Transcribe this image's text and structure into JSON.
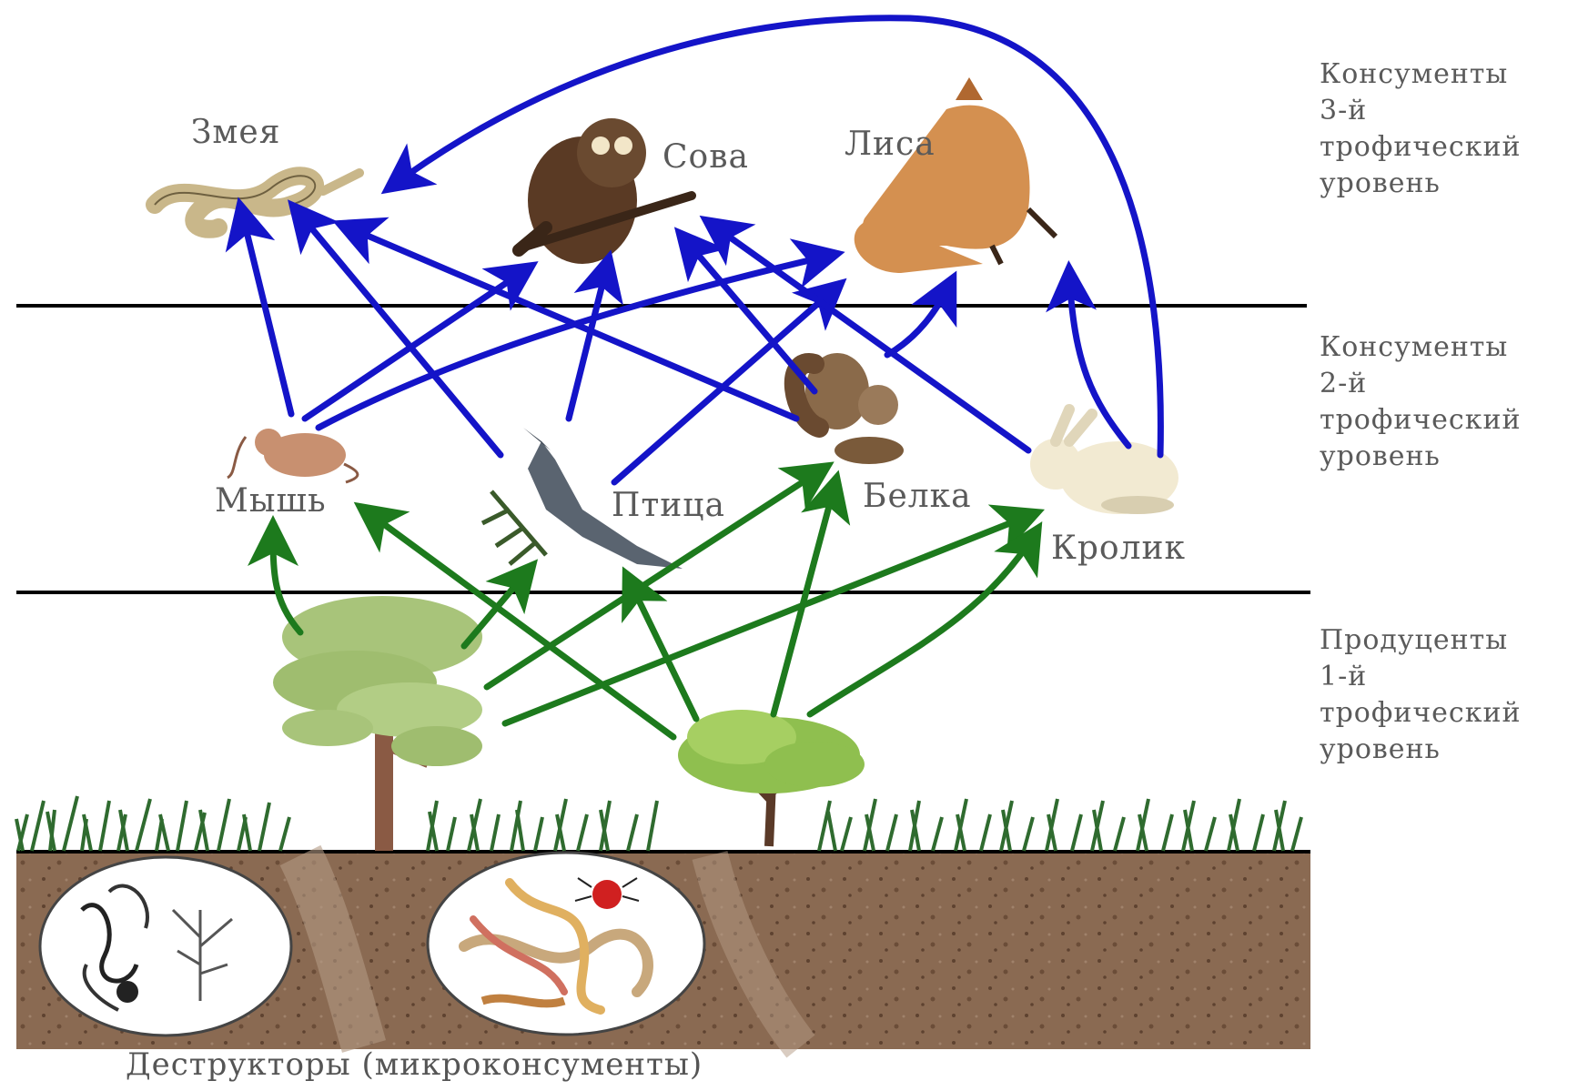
{
  "organisms": {
    "snake": "Змея",
    "owl": "Сова",
    "fox": "Лиса",
    "mouse": "Мышь",
    "bird": "Птица",
    "squirrel": "Белка",
    "rabbit": "Кролик"
  },
  "levels": [
    {
      "line1": "Консументы",
      "line2": "3-й",
      "line3": "трофический",
      "line4": "уровень"
    },
    {
      "line1": "Консументы",
      "line2": "2-й",
      "line3": "трофический",
      "line4": "уровень"
    },
    {
      "line1": "Продуценты",
      "line2": "1-й",
      "line3": "трофический",
      "line4": "уровень"
    }
  ],
  "decomposers_label": "Деструкторы (микроконсументы)",
  "colors": {
    "predation_arrow": "#1414c8",
    "herbivory_arrow": "#1d7a1d",
    "soil": "#7a5a44",
    "grass": "#2f6b2f",
    "divider": "#000000"
  }
}
